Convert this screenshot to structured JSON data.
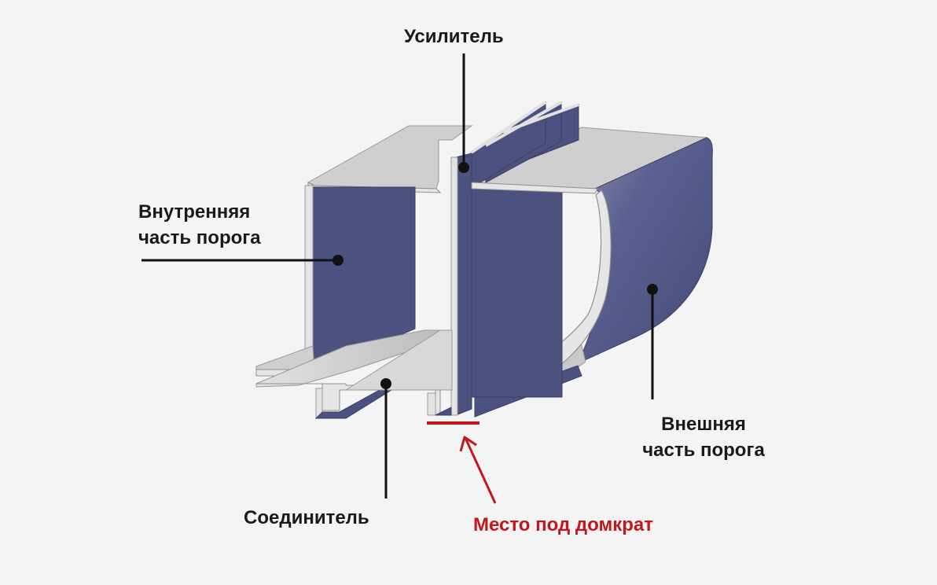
{
  "labels": {
    "reinforcer": "Усилитель",
    "inner_line1": "Внутренняя",
    "inner_line2": "часть порога",
    "outer_line1": "Внешняя",
    "outer_line2": "часть порога",
    "connector": "Соединитель",
    "jack_point": "Место под домкрат"
  },
  "colors": {
    "background": "#f4f4f4",
    "panel_face": "#4c5280",
    "panel_edge": "#d2d2d2",
    "flange_top": "#c9c9c9",
    "leader_line": "#111111",
    "jack_marker": "#c0181c"
  }
}
